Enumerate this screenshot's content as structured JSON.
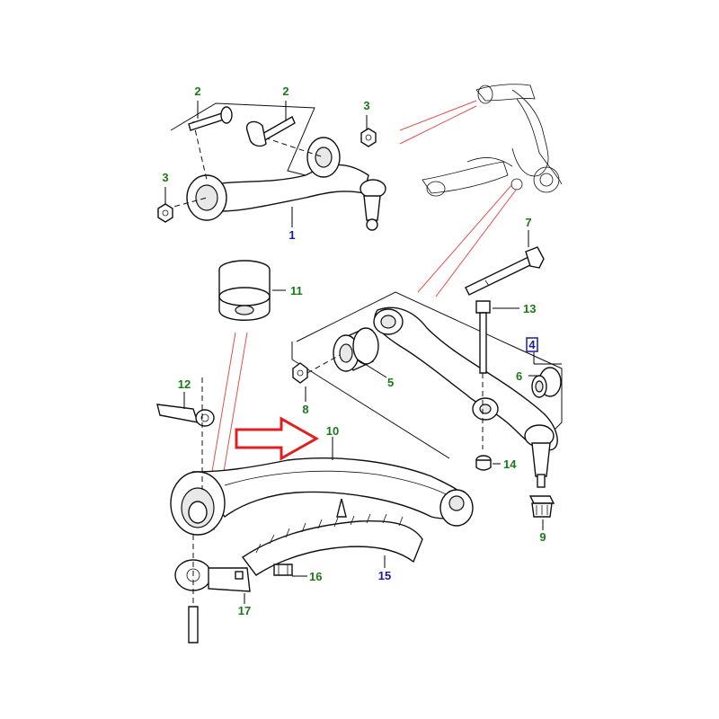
{
  "colors": {
    "callout_green": "#1a7a1a",
    "callout_blue": "#1a1aa0",
    "arrow_red": "#e02020",
    "projection_red": "#e05050"
  },
  "callouts": {
    "c1": "1",
    "c2a": "2",
    "c2b": "2",
    "c3a": "3",
    "c3b": "3",
    "c4": "4",
    "c5": "5",
    "c6": "6",
    "c7": "7",
    "c8": "8",
    "c9": "9",
    "c10": "10",
    "c11": "11",
    "c12": "12",
    "c13": "13",
    "c14": "14",
    "c15": "15",
    "c16": "16",
    "c17": "17"
  }
}
